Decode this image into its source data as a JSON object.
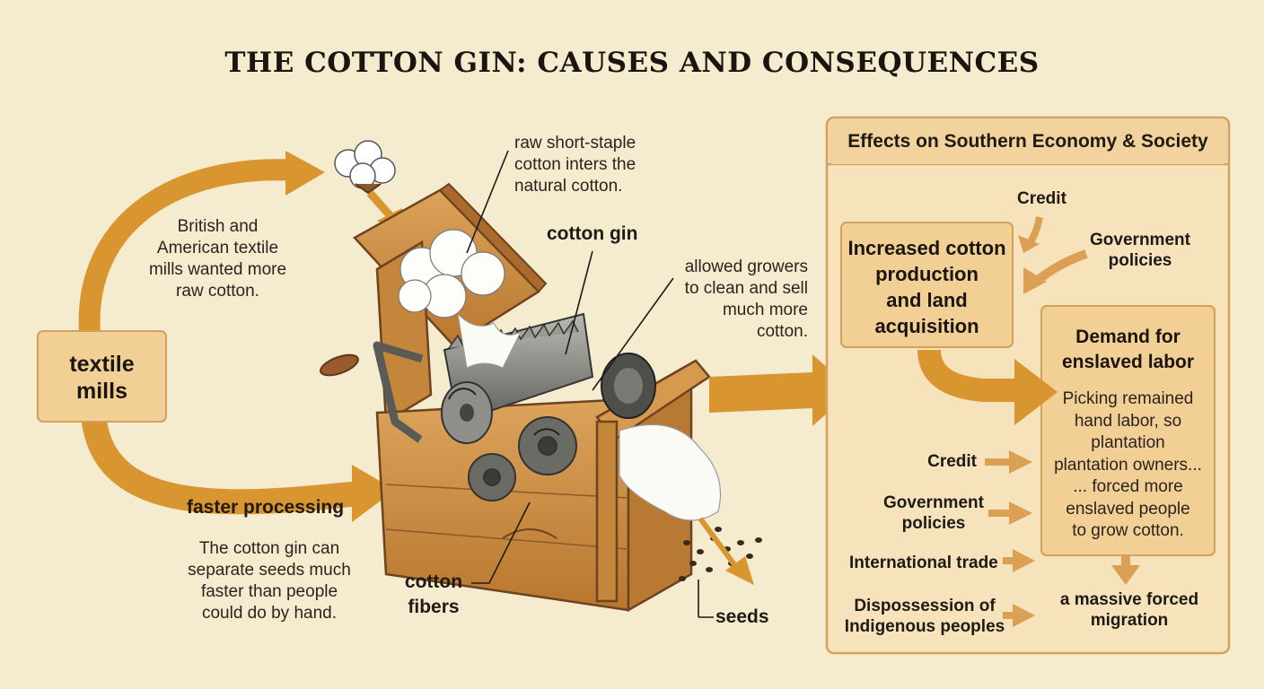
{
  "title": "THE COTTON GIN: CAUSES AND CONSEQUENCES",
  "left": {
    "textile_mills": "textile\nmills",
    "mills_note": "British and\nAmerican textile\nmills wanted more\nraw cotton.",
    "faster_processing": "faster processing",
    "faster_note": "The cotton gin can\nseparate seeds much\nfaster than people\ncould do by hand."
  },
  "machine": {
    "raw_cotton_note": "raw short-staple\ncotton inters the\nnatural cotton.",
    "cotton_gin_label": "cotton gin",
    "allowed_note": "allowed growers\nto clean and sell\nmuch more\ncotton.",
    "cotton_fibers_label": "cotton\nfibers",
    "seeds_label": "seeds"
  },
  "effects": {
    "panel_title": "Effects on Southern Economy & Society",
    "credit_top": "Credit",
    "gov_policies_top": "Government\npolicies",
    "increased_production": "Increased cotton\nproduction\nand land\nacquisition",
    "demand_title": "Demand for\nenslaved labor",
    "demand_body": "Picking remained\nhand labor, so\nplantation\nplantation owners...\n... forced more\nenslaved people\nto grow cotton.",
    "credit_left": "Credit",
    "gov_policies_left": "Government\npolicies",
    "international_trade": "International trade",
    "dispossession": "Dispossession of\nIndigenous peoples",
    "forced_migration": "a massive forced\nmigration"
  },
  "colors": {
    "background": "#f5ebcf",
    "arrow_orange": "#d99530",
    "box_fill": "#f2cf94",
    "box_border": "#d3a15c",
    "wood": "#c98a3c",
    "metal": "#8c8c8c"
  }
}
